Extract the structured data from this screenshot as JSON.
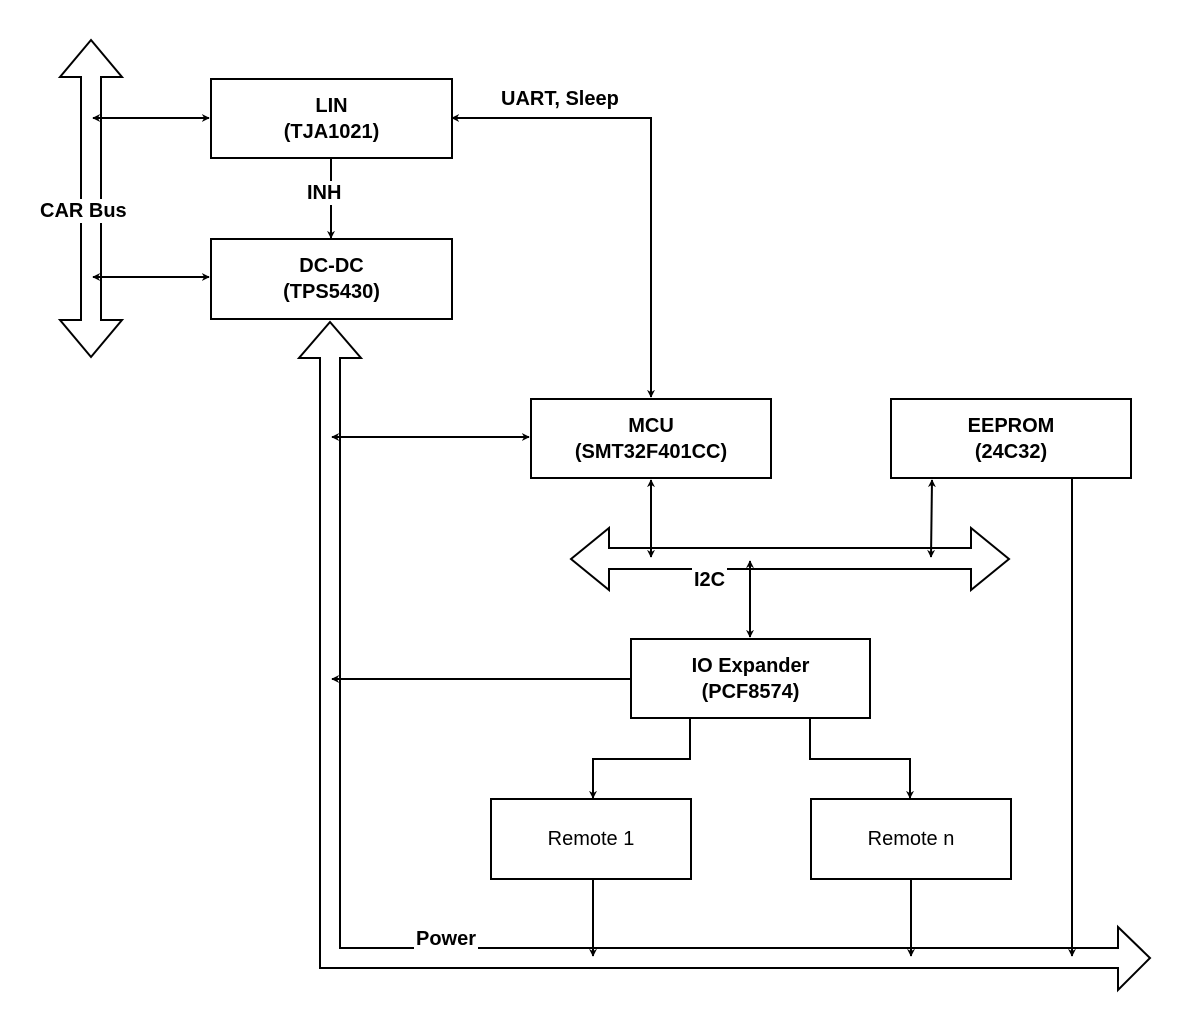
{
  "diagram": {
    "blocks": {
      "lin": {
        "title": "LIN",
        "part": "(TJA1021)"
      },
      "dcdc": {
        "title": "DC-DC",
        "part": "(TPS5430)"
      },
      "mcu": {
        "title": "MCU",
        "part": "(SMT32F401CC)"
      },
      "eeprom": {
        "title": "EEPROM",
        "part": "(24C32)"
      },
      "io_expander": {
        "title": "IO Expander",
        "part": "(PCF8574)"
      },
      "remote1": {
        "title": "Remote 1"
      },
      "remoten": {
        "title": "Remote n"
      }
    },
    "labels": {
      "car_bus": "CAR Bus",
      "inh": "INH",
      "uart_sleep": "UART, Sleep",
      "i2c": "I2C",
      "power": "Power"
    },
    "colors": {
      "stroke": "#000000",
      "background": "#ffffff"
    }
  }
}
